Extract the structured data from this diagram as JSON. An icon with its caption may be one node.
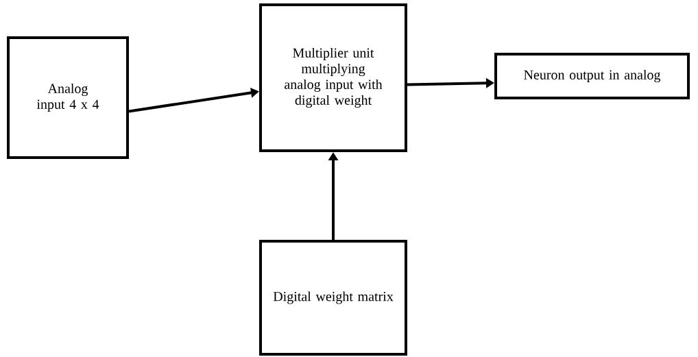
{
  "diagram": {
    "nodes": [
      {
        "text": [
          "Analog input 4 x 4"
        ]
      },
      {
        "text": [
          "Multiplier unit multiplying analog input with digital weight"
        ]
      },
      {
        "text": [
          "Neuron output in analog"
        ]
      },
      {
        "text": [
          "Digital weight matrix"
        ]
      }
    ],
    "edges": [
      {
        "from": 0,
        "to": 1,
        "arrow": "to"
      },
      {
        "from": 1,
        "to": 2,
        "arrow": "to"
      },
      {
        "from": 3,
        "to": 1,
        "arrow": "to"
      }
    ]
  }
}
